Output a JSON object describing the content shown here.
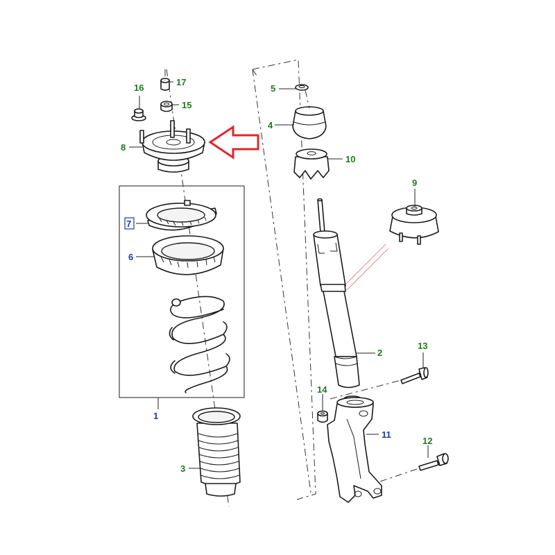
{
  "diagram": {
    "callouts": [
      {
        "id": "1",
        "text": "1",
        "color": "#1a3aa8"
      },
      {
        "id": "2",
        "text": "2",
        "color": "#1f7a1f"
      },
      {
        "id": "3",
        "text": "3",
        "color": "#1f7a1f"
      },
      {
        "id": "4",
        "text": "4",
        "color": "#1f7a1f"
      },
      {
        "id": "5",
        "text": "5",
        "color": "#1f7a1f"
      },
      {
        "id": "6",
        "text": "6",
        "color": "#1a3aa8"
      },
      {
        "id": "7",
        "text": "7",
        "color": "#1a3aa8",
        "boxed": true
      },
      {
        "id": "8",
        "text": "8",
        "color": "#1f7a1f"
      },
      {
        "id": "9",
        "text": "9",
        "color": "#1f7a1f"
      },
      {
        "id": "10",
        "text": "10",
        "color": "#1f7a1f"
      },
      {
        "id": "11",
        "text": "11",
        "color": "#1a3aa8"
      },
      {
        "id": "12",
        "text": "12",
        "color": "#1f7a1f"
      },
      {
        "id": "13",
        "text": "13",
        "color": "#1f7a1f"
      },
      {
        "id": "14",
        "text": "14",
        "color": "#1f7a1f"
      },
      {
        "id": "15",
        "text": "15",
        "color": "#1f7a1f"
      },
      {
        "id": "16",
        "text": "16",
        "color": "#1f7a1f"
      },
      {
        "id": "17",
        "text": "17",
        "color": "#1f7a1f"
      }
    ],
    "highlight_arrow": {
      "color": "#e0262b",
      "points_to": "8"
    }
  }
}
